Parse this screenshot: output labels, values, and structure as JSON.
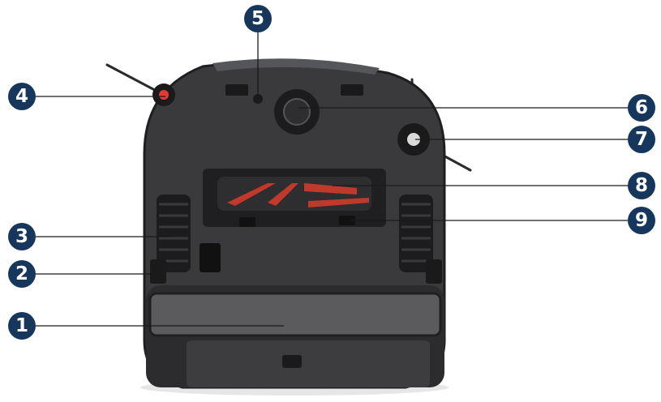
{
  "diagram": {
    "subject": "robot vacuum underside",
    "colors": {
      "badge": "#16365c",
      "leader_line": "#1a1a1a",
      "body": "#3a3a3c",
      "body_dark": "#1f1f21",
      "mop_pad": "#5b5b5e",
      "brush_red": "#c0392b"
    },
    "callouts": [
      {
        "id": "1",
        "label": "1"
      },
      {
        "id": "2",
        "label": "2"
      },
      {
        "id": "3",
        "label": "3"
      },
      {
        "id": "4",
        "label": "4"
      },
      {
        "id": "5",
        "label": "5"
      },
      {
        "id": "6",
        "label": "6"
      },
      {
        "id": "7",
        "label": "7"
      },
      {
        "id": "8",
        "label": "8"
      },
      {
        "id": "9",
        "label": "9"
      }
    ]
  }
}
